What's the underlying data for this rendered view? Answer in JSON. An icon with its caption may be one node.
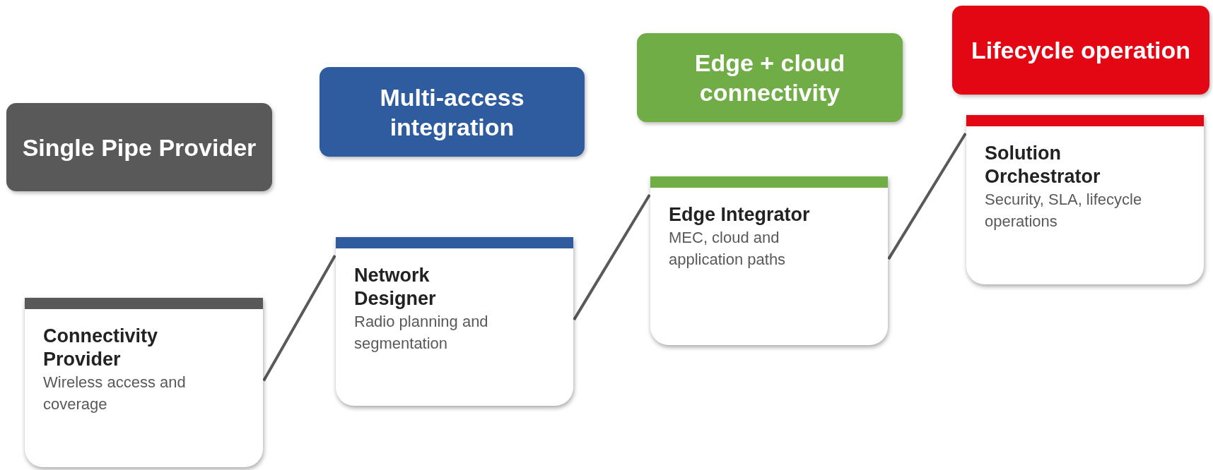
{
  "diagram": {
    "nodes": [
      {
        "text": [
          "Single Pipe Provider"
        ]
      },
      {
        "text": [
          "Multi-access integration"
        ]
      },
      {
        "text": [
          "Edge + cloud connectivity"
        ]
      },
      {
        "text": [
          "Lifecycle operation"
        ]
      },
      {
        "text": [
          "Connectivity Provider",
          "Wireless access and coverage"
        ]
      },
      {
        "text": [
          "Network Designer",
          "Radio planning and segmentation"
        ]
      },
      {
        "text": [
          "Edge Integrator",
          "MEC, cloud and application paths"
        ]
      },
      {
        "text": [
          "Solution Orchestrator",
          "Security, SLA, lifecycle operations"
        ]
      }
    ],
    "edges": [
      {
        "from": 4,
        "to": 5,
        "arrow": "none"
      },
      {
        "from": 5,
        "to": 6,
        "arrow": "none"
      },
      {
        "from": 6,
        "to": 7,
        "arrow": "none"
      }
    ]
  }
}
